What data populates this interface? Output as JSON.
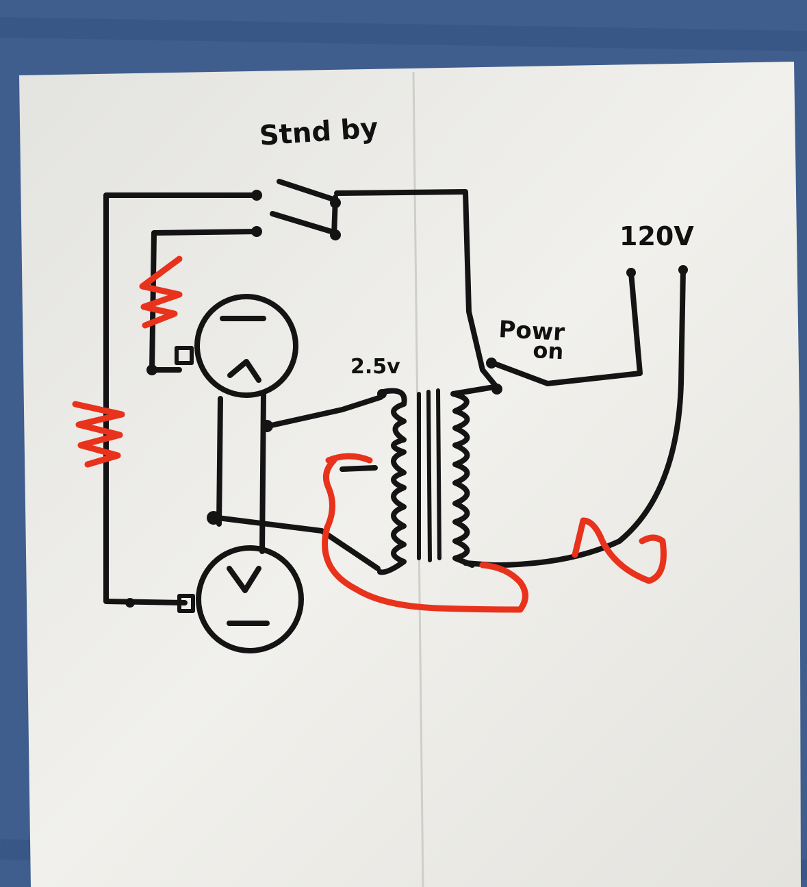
{
  "labels": {
    "standby": "Stnd by",
    "voltage_in": "120V",
    "power_on_line1": "Powr",
    "power_on_line2": "on",
    "filament_voltage": "2.5v"
  },
  "colors": {
    "background_fabric": "#3f5e8e",
    "paper": "#ecebe6",
    "ink": "#141414",
    "marker_red": "#e8321c"
  }
}
